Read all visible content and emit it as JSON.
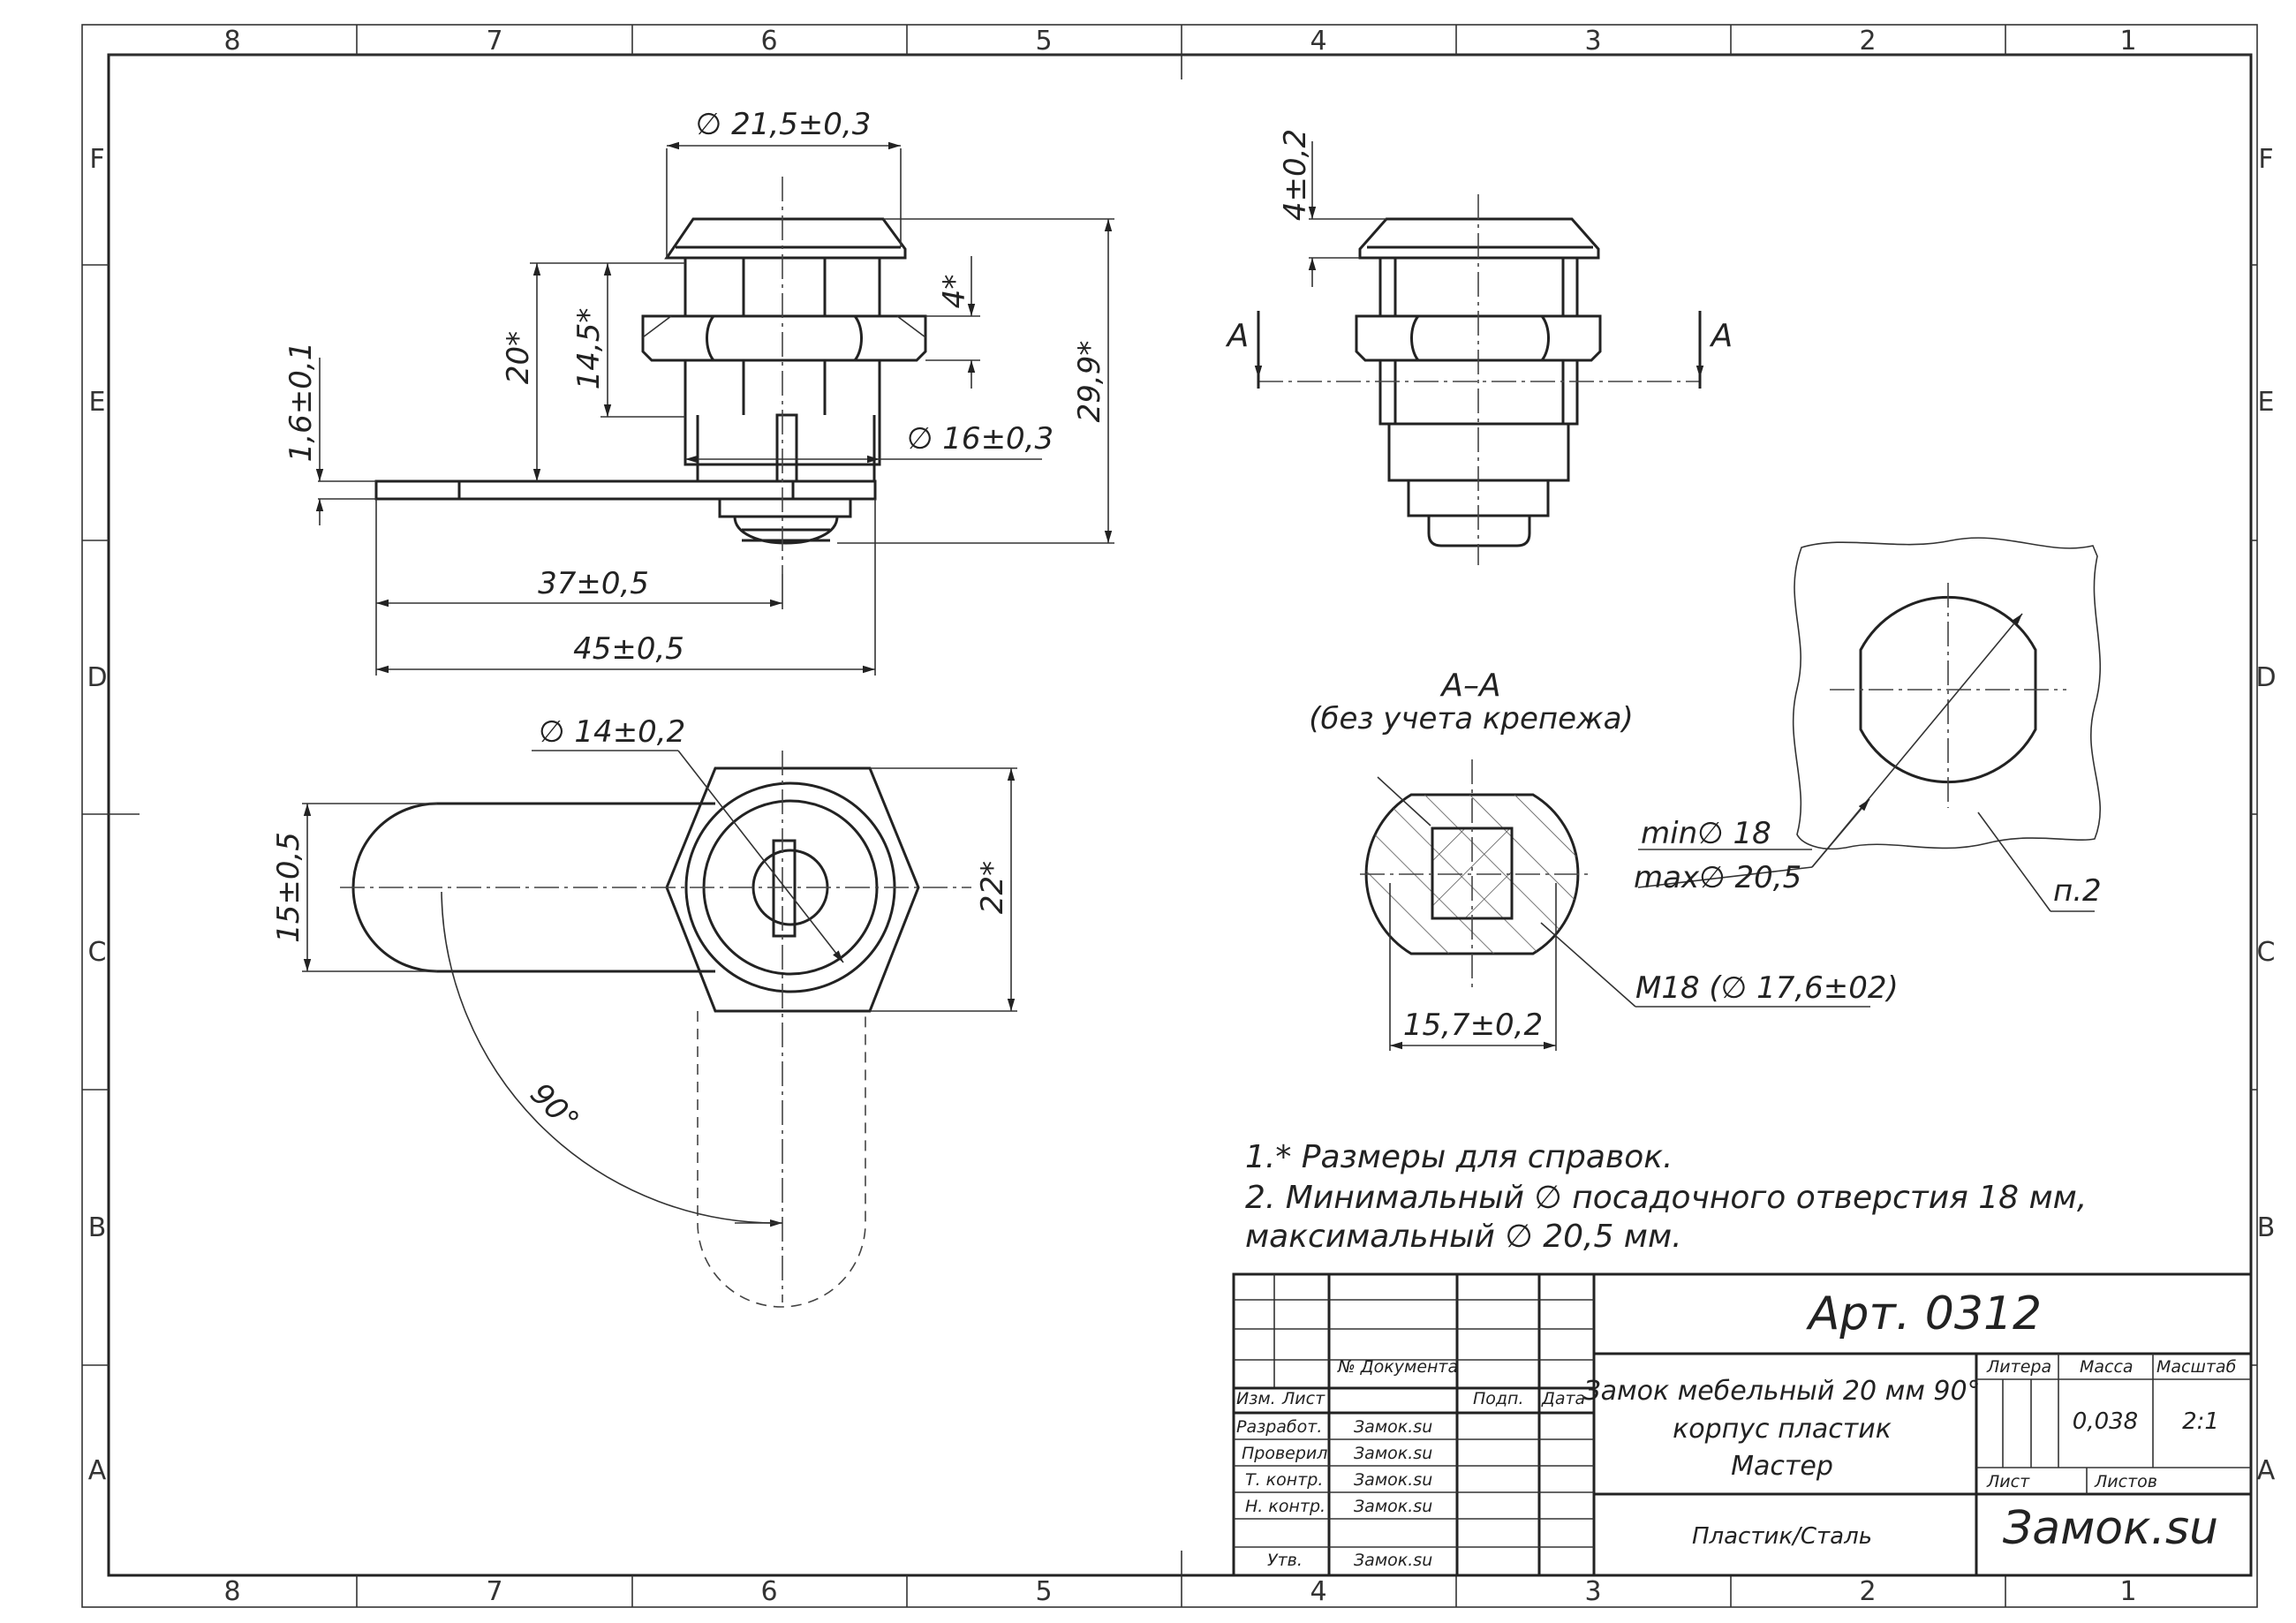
{
  "zones": {
    "columns": [
      "8",
      "7",
      "6",
      "5",
      "4",
      "3",
      "2",
      "1"
    ],
    "rows": [
      "F",
      "E",
      "D",
      "C",
      "B",
      "A"
    ]
  },
  "dimensions": {
    "d_head": "∅ 21,5±0,3",
    "h_4": "4*",
    "h_20": "20*",
    "h_145": "14,5*",
    "h_299": "29,9*",
    "t_cam": "1,6±0,1",
    "d_body": "∅ 16±0,3",
    "l_37": "37±0,5",
    "l_45": "45±0,5",
    "top_4": "4±0,2",
    "d_cyl": "∅ 14±0,2",
    "w_15": "15±0,5",
    "hex_22": "22*",
    "angle": "90°",
    "sec_w": "15,7±0,2",
    "thread": "M18  (∅ 17,6±02)",
    "min_d": "min∅  18",
    "max_d": "max∅ 20,5",
    "ref_p2": "п.2"
  },
  "section": {
    "mark_a": "A",
    "title": "A–A",
    "subtitle": "(без учета крепежа)"
  },
  "notes": [
    "1.* Размеры для справок.",
    "2. Минимальный ∅ посадочного отверстия 18 мм,",
    "максимальный ∅  20,5 мм."
  ],
  "title_block": {
    "article": "Арт. 0312",
    "name_line1": "Замок мебельный  20 мм 90°",
    "name_line2": "корпус пластик",
    "name_line3": "Мастер",
    "material": "Пластик/Сталь",
    "company": "Замок.su",
    "doc_no": "№ Документа",
    "izm": "Изм.",
    "list": "Лист",
    "podp": "Подп.",
    "data": "Дата",
    "razrab": "Разработ.",
    "proveril": "Проверил",
    "tkontr": "Т. контр.",
    "nkontr": "Н. контр.",
    "utv": "Утв.",
    "author": "Замок.su",
    "litera": "Литера",
    "massa": "Масса",
    "masshtab": "Масштаб",
    "mass_val": "0,038",
    "scale_val": "2:1",
    "list2": "Лист",
    "listov": "Листов"
  }
}
